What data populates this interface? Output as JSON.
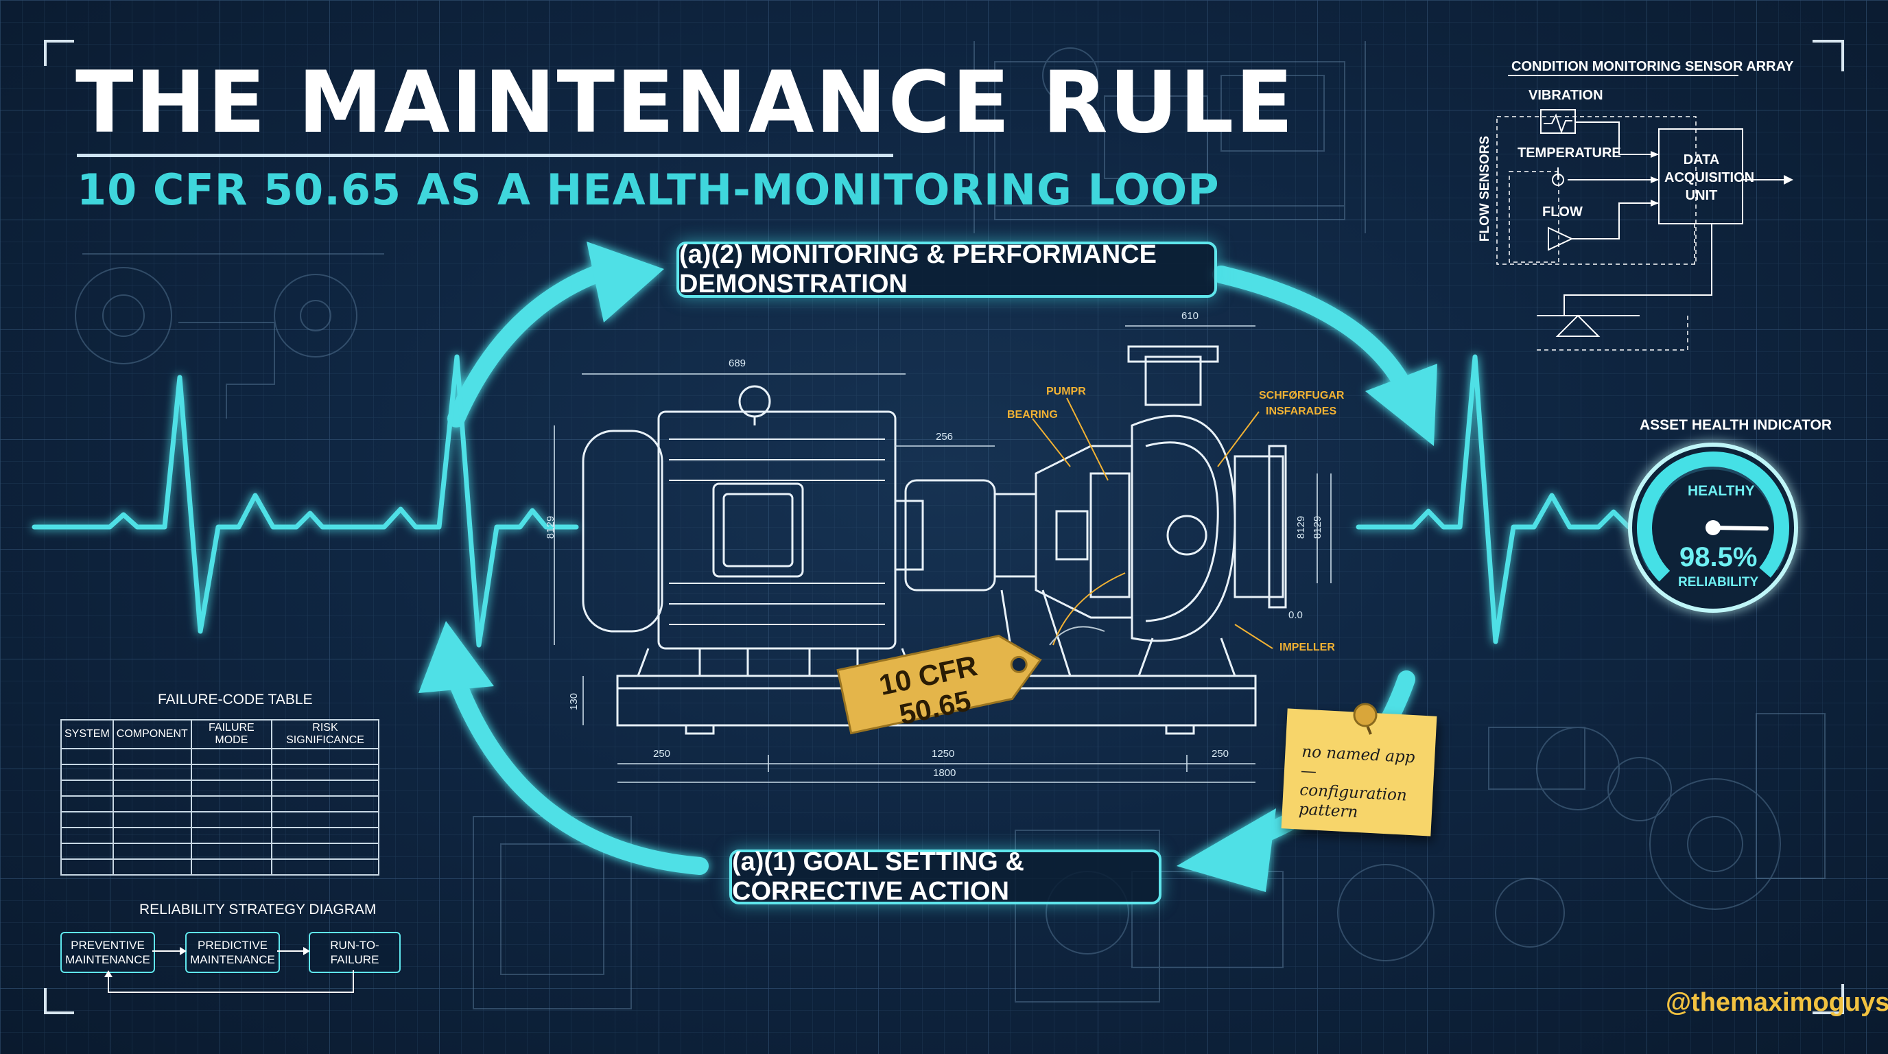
{
  "header": {
    "title": "THE MAINTENANCE RULE",
    "subtitle": "10 CFR 50.65 AS A HEALTH-MONITORING LOOP"
  },
  "loop": {
    "top_label": "(a)(2) MONITORING & PERFORMANCE DEMONSTRATION",
    "bottom_label": "(a)(1) GOAL SETTING & CORRECTIVE ACTION",
    "accent": "#4fe0e6"
  },
  "pump": {
    "tag": "10 CFR 50.65",
    "callouts": {
      "bearing": "BEARING",
      "pump": "PUMPR",
      "schfugar": "SCHFØRFUGAR",
      "insfarades": "INSFARADES",
      "impeller": "IMPELLER"
    },
    "dimensions": {
      "top": "610",
      "motor": "689",
      "coupling": "256",
      "height_left": "8129",
      "height_r1": "8129",
      "height_r2": "8129",
      "small": "0.0",
      "base_h": "130",
      "base_left": "250",
      "base_mid": "1250",
      "base_right": "250",
      "base_total": "1800"
    }
  },
  "sensors": {
    "title": "CONDITION MONITORING SENSOR ARRAY",
    "side_label": "FLOW SENSORS",
    "vibration": "VIBRATION",
    "temperature": "TEMPERATURE",
    "flow": "FLOW",
    "daq": "DATA ACQUISITION UNIT"
  },
  "health": {
    "title": "ASSET HEALTH INDICATOR",
    "status": "HEALTHY",
    "value": "98.5%",
    "value_label": "RELIABILITY",
    "reliability_pct": 98.5
  },
  "failure_table": {
    "title": "FAILURE-CODE TABLE",
    "headers": [
      "SYSTEM",
      "COMPONENT",
      "FAILURE MODE",
      "RISK SIGNIFICANCE"
    ],
    "empty_rows": 8
  },
  "strategy": {
    "title": "RELIABILITY STRATEGY DIAGRAM",
    "preventive": "PREVENTIVE MAINTENANCE",
    "predictive": "PREDICTIVE MAINTENANCE",
    "run_to_failure": "RUN-TO-FAILURE"
  },
  "sticky_note": {
    "text": "no named app — configuration pattern"
  },
  "handle": "@themaximoguys",
  "colors": {
    "background": "#0f2642",
    "cyan": "#4fe0e6",
    "gold_tag": "#e4b54a",
    "callout_orange": "#f2b233",
    "note_yellow": "#f7d56a"
  }
}
